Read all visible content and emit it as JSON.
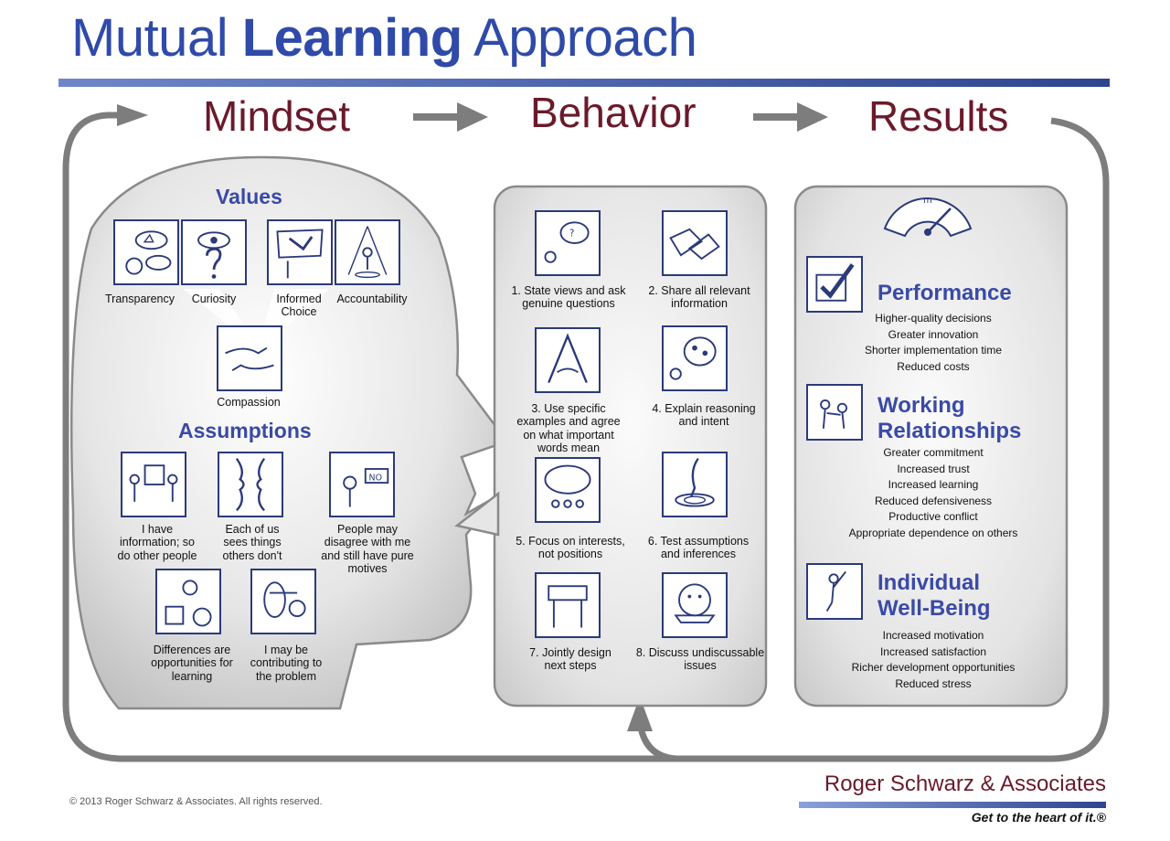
{
  "title": {
    "part1": "Mutual",
    "bold": "Learning",
    "part2": "Approach"
  },
  "flow": {
    "mindset": "Mindset",
    "behavior": "Behavior",
    "results": "Results"
  },
  "values": {
    "heading": "Values",
    "items": [
      "Transparency",
      "Curiosity",
      "Informed Choice",
      "Accountability",
      "Compassion"
    ]
  },
  "assumptions": {
    "heading": "Assumptions",
    "items": [
      "I have information; so do other people",
      "Each of us sees things others don't",
      "People may disagree with me and still have pure motives",
      "Differences are opportunities for learning",
      "I may be contributing to the problem"
    ]
  },
  "behaviors": [
    "1. State views and ask genuine questions",
    "2. Share all relevant information",
    "3. Use specific examples and agree on what important words mean",
    "4. Explain reasoning and intent",
    "5. Focus on interests, not positions",
    "6. Test assumptions and inferences",
    "7. Jointly design next steps",
    "8. Discuss undiscussable issues"
  ],
  "results": {
    "performance": {
      "title": "Performance",
      "items": [
        "Higher-quality decisions",
        "Greater innovation",
        "Shorter implementation time",
        "Reduced costs"
      ]
    },
    "relationships": {
      "title1": "Working",
      "title2": "Relationships",
      "items": [
        "Greater commitment",
        "Increased trust",
        "Increased learning",
        "Reduced defensiveness",
        "Productive conflict",
        "Appropriate dependence on others"
      ]
    },
    "wellbeing": {
      "title1": "Individual",
      "title2": "Well-Being",
      "items": [
        "Increased motivation",
        "Increased satisfaction",
        "Richer development opportunities",
        "Reduced stress"
      ]
    }
  },
  "footer": {
    "copyright": "© 2013 Roger Schwarz & Associates. All rights reserved.",
    "brand": "Roger Schwarz & Associates",
    "tagline": "Get to the heart of it.®"
  },
  "colors": {
    "title": "#2f4aa8",
    "flow": "#6a1a2b",
    "section": "#3a4aa6",
    "loop": "#7d7d7d",
    "panel": "#d9d9d9"
  }
}
